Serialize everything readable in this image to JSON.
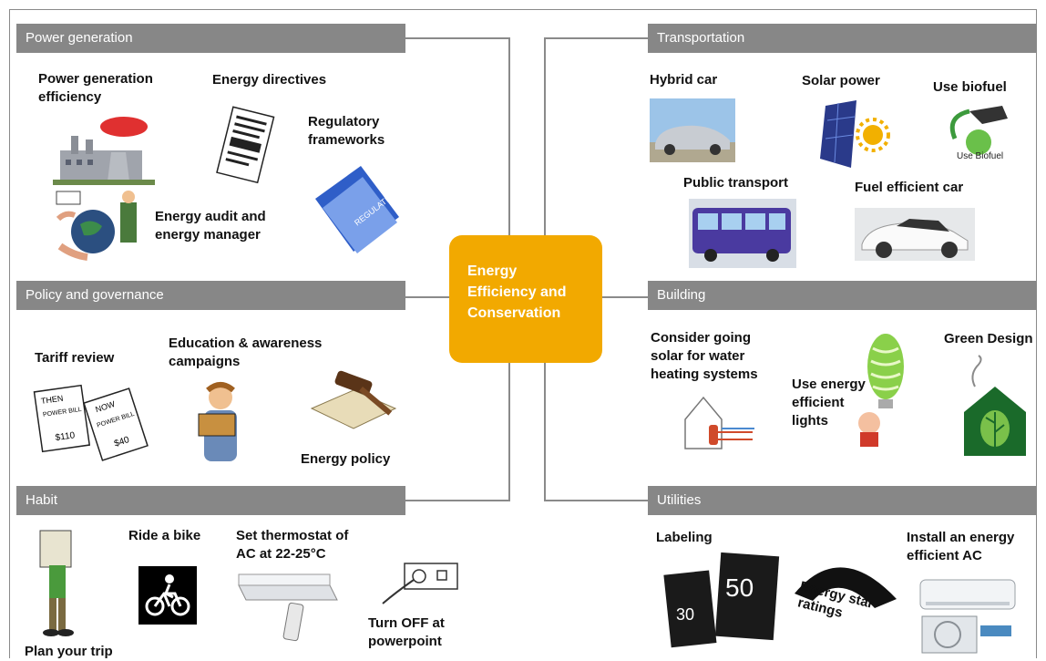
{
  "center": {
    "line1": "Energy",
    "line2": "Efficiency and",
    "line3": "Conservation"
  },
  "categories": {
    "power_generation": "Power generation",
    "policy": "Policy and governance",
    "habit": "Habit",
    "transportation": "Transportation",
    "building": "Building",
    "utilities": "Utilities"
  },
  "power_generation": {
    "efficiency": [
      "Power generation",
      "efficiency"
    ],
    "directives": "Energy directives",
    "regulatory": [
      "Regulatory",
      "frameworks"
    ],
    "audit": [
      "Energy audit and",
      "energy manager"
    ],
    "folder_text": "REGULATIONS"
  },
  "policy": {
    "tariff": "Tariff review",
    "education": [
      "Education & awareness",
      "campaigns"
    ],
    "energy_policy": "Energy policy",
    "bill_then": "THEN",
    "bill_then_amount": "$110",
    "bill_now": "NOW",
    "bill_now_amount": "$40",
    "bill_label": "POWER BILL"
  },
  "habit": {
    "plan": "Plan your trip",
    "bike": "Ride a bike",
    "thermostat": [
      "Set thermostat of",
      "AC at 22-25°C"
    ],
    "turn_off": [
      "Turn OFF at",
      "powerpoint"
    ]
  },
  "transportation": {
    "hybrid": "Hybrid car",
    "solar": "Solar power",
    "biofuel": "Use biofuel",
    "biofuel_caption": "Use Biofuel",
    "public": "Public transport",
    "fuel_efficient": "Fuel efficient car"
  },
  "building": {
    "solar_water": [
      "Consider going",
      "solar for water",
      "heating systems"
    ],
    "lights": [
      "Use energy",
      "efficient",
      "lights"
    ],
    "green": "Green Design"
  },
  "utilities": {
    "labeling": "Labeling",
    "star": [
      "Energy star",
      "ratings"
    ],
    "install_ac": [
      "Install an energy",
      "efficient AC"
    ],
    "label_number_1": "30",
    "label_number_2": "50"
  },
  "colors": {
    "category_bar": "#878787",
    "center_box": "#f2a900",
    "connector": "#8a8a8a"
  }
}
